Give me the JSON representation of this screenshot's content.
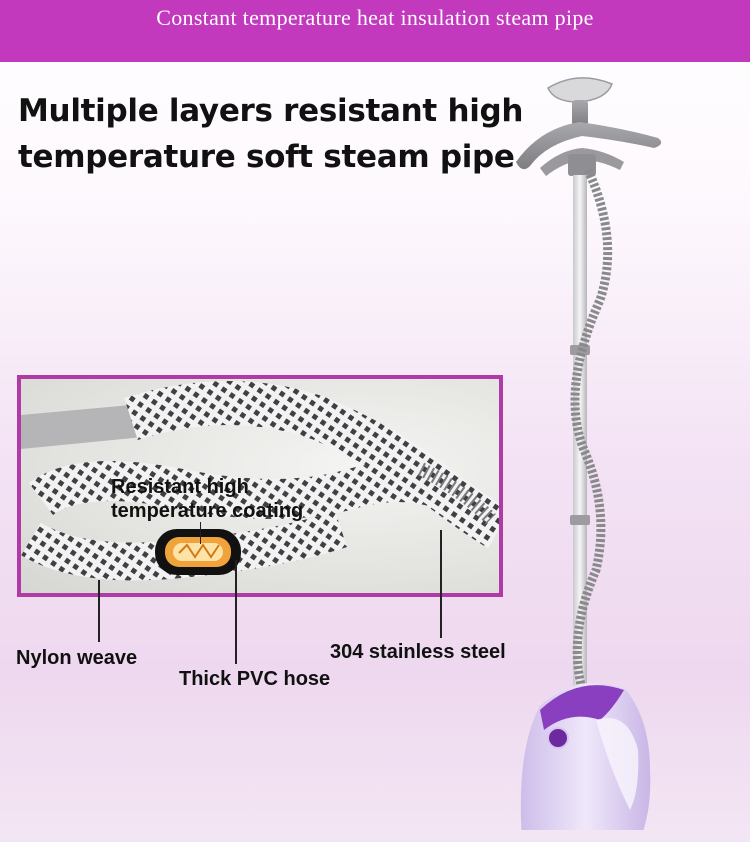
{
  "banner": {
    "title": "Constant temperature heat insulation steam pipe"
  },
  "headline": {
    "line1": "Multiple layers resistant high",
    "line2": "temperature soft steam pipe"
  },
  "callouts": {
    "coating_line1": "Resistant high",
    "coating_line2": "temperature coating",
    "nylon": "Nylon weave",
    "pvc": "Thick PVC hose",
    "steel": "304 stainless steel"
  },
  "colors": {
    "banner": "#c239bd",
    "inset_border": "#b03aa6",
    "base_purple": "#8a3fc0"
  },
  "icons": {
    "product": "garment-steamer-illustration",
    "hose": "braided-steam-hose-illustration"
  }
}
